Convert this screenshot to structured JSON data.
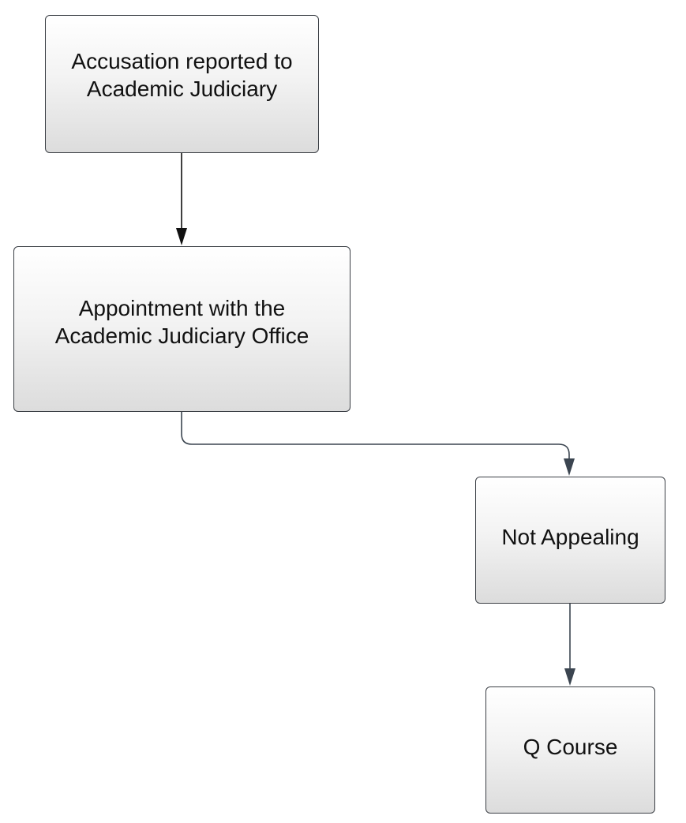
{
  "diagram": {
    "type": "flowchart",
    "nodes": [
      {
        "id": "accusation",
        "label": "Accusation reported to\nAcademic Judiciary"
      },
      {
        "id": "appointment",
        "label": "Appointment with the\nAcademic Judiciary Office"
      },
      {
        "id": "not_appealing",
        "label": "Not Appealing"
      },
      {
        "id": "q_course",
        "label": "Q Course"
      }
    ],
    "edges": [
      {
        "from": "accusation",
        "to": "appointment"
      },
      {
        "from": "appointment",
        "to": "not_appealing"
      },
      {
        "from": "not_appealing",
        "to": "q_course"
      }
    ],
    "colors": {
      "stroke": "#3b3f45",
      "arrow_dark": "#111111",
      "arrow_slate": "#3b4550",
      "box_top": "#ffffff",
      "box_bottom": "#dcdcdc",
      "text": "#111111"
    }
  }
}
